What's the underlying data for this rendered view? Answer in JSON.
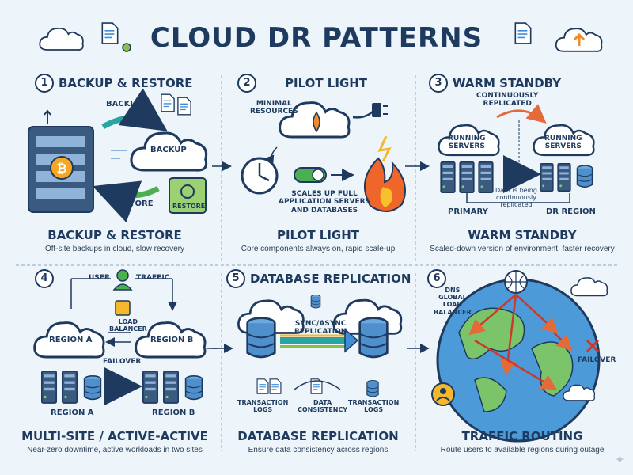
{
  "title": "CLOUD DR PATTERNS",
  "panels": [
    {
      "number": "1",
      "heading": "BACKUP & RESTORE",
      "caption_title": "BACKUP & RESTORE",
      "caption_sub": "Off-site backups in cloud, slow recovery",
      "labels": {
        "backup_arrow": "BACKUP",
        "cloud": "BACKUP",
        "restore_arrow": "RESTORE",
        "restore_box": "RESTORE"
      }
    },
    {
      "number": "2",
      "heading": "PILOT LIGHT",
      "caption_title": "PILOT LIGHT",
      "caption_sub": "Core components always on, rapid scale-up",
      "labels": {
        "minimal": "MINIMAL\nRESOURCES",
        "scales": "SCALES UP FULL\nAPPLICATION SERVERS\nAND DATABASES"
      }
    },
    {
      "number": "3",
      "heading": "WARM STANDBY",
      "caption_title": "WARM STANDBY",
      "caption_sub": "Scaled-down version of environment, faster recovery",
      "labels": {
        "continuously": "CONTINUOUSLY\nREPLICATED",
        "running_left": "RUNNING\nSERVERS",
        "running_right": "RUNNING\nSERVERS",
        "data_being": "Data is being\ncontinuously\nreplicated",
        "primary": "PRIMARY",
        "dr_region": "DR REGION"
      }
    },
    {
      "number": "4",
      "heading": "",
      "caption_title": "MULTI-SITE / ACTIVE-ACTIVE",
      "caption_sub": "Near-zero downtime, active workloads in two sites",
      "labels": {
        "user": "USER",
        "traffic": "TRAFFIC",
        "load_balancer": "LOAD\nBALANCER",
        "region_a_cloud": "REGION A",
        "region_b_cloud": "REGION B",
        "failover": "FAILOVER",
        "region_a": "REGION A",
        "region_b": "REGION B"
      }
    },
    {
      "number": "5",
      "heading": "DATABASE REPLICATION",
      "caption_title": "DATABASE REPLICATION",
      "caption_sub": "Ensure data consistency across regions",
      "labels": {
        "sync": "SYNC/ASYNC\nREPLICATION",
        "tlogs_left": "TRANSACTION\nLOGS",
        "data_consistency": "DATA\nCONSISTENCY",
        "tlogs_right": "TRANSACTION\nLOGS"
      }
    },
    {
      "number": "6",
      "heading": "",
      "caption_title": "TRAFFIC ROUTING",
      "caption_sub": "Route users to available regions during outage",
      "labels": {
        "dns": "DNS\nGLOBAL\nLOAD\nBALANCER",
        "failover": "FAILOVER"
      }
    }
  ],
  "colors": {
    "navy": "#1e3a5f",
    "teal": "#2aa3a3",
    "orange": "#f08a2a",
    "green": "#4caf50",
    "blue": "#3d8ed6",
    "background": "#eef5fa"
  }
}
